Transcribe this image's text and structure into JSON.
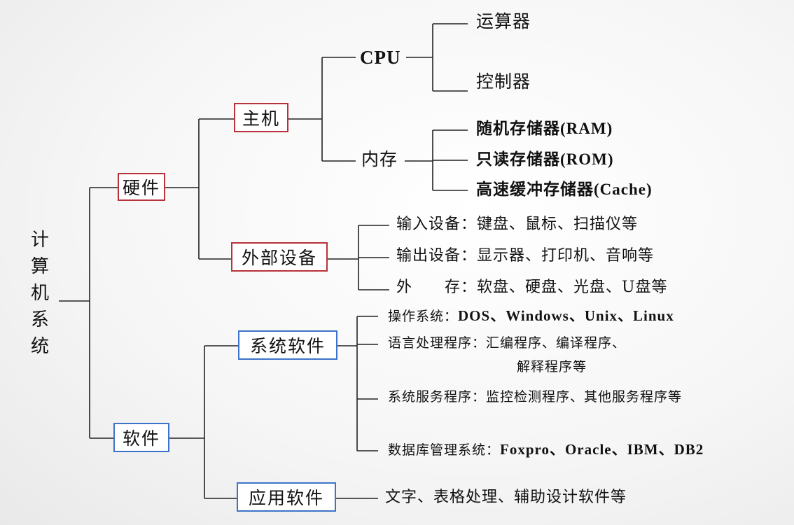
{
  "root": {
    "chars": [
      "计",
      "算",
      "机",
      "系",
      "统"
    ]
  },
  "hardware": {
    "label": "硬件",
    "host": {
      "label": "主机",
      "cpu": {
        "label": "CPU",
        "items": [
          "运算器",
          "控制器"
        ]
      },
      "memory": {
        "label": "内存",
        "items": [
          "随机存储器(RAM)",
          "只读存储器(ROM)",
          "高速缓冲存储器(Cache)"
        ]
      }
    },
    "peripherals": {
      "label": "外部设备",
      "items": [
        "输入设备：键盘、鼠标、扫描仪等",
        "输出设备：显示器、打印机、音响等",
        "外　　存：软盘、硬盘、光盘、U盘等"
      ]
    }
  },
  "software": {
    "label": "软件",
    "system": {
      "label": "系统软件",
      "items": [
        {
          "name": "操作系统：",
          "value": "DOS、Windows、Unix、Linux"
        },
        {
          "name": "语言处理程序：",
          "value": "汇编程序、编译程序、",
          "value2": "解释程序等"
        },
        {
          "name": "系统服务程序：",
          "value": "监控检测程序、其他服务程序等"
        },
        {
          "name": "数据库管理系统：",
          "value": "Foxpro、Oracle、IBM、DB2"
        }
      ]
    },
    "application": {
      "label": "应用软件",
      "items": [
        "文字、表格处理、辅助设计软件等"
      ]
    }
  },
  "colors": {
    "hardware_border": "#b8313b",
    "software_border": "#3d73c9",
    "line": "#222222"
  }
}
